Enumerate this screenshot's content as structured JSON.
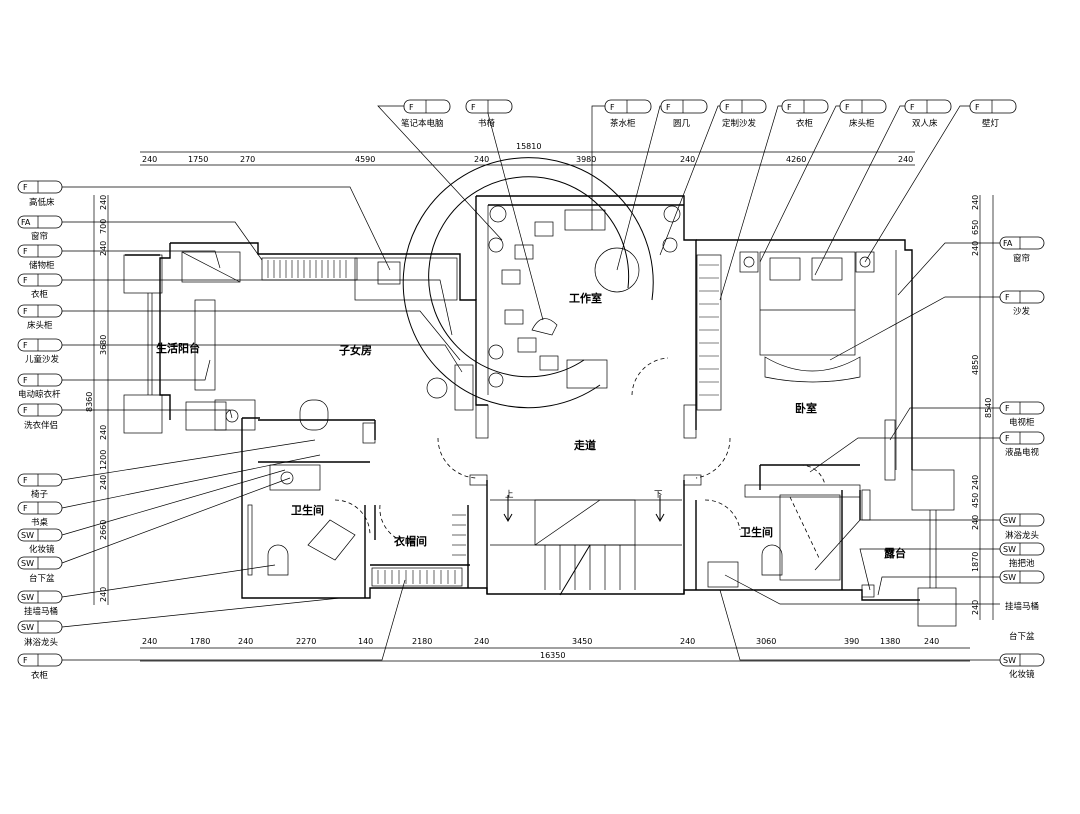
{
  "rooms": [
    {
      "id": "studio",
      "name": "工作室"
    },
    {
      "id": "kids",
      "name": "子女房"
    },
    {
      "id": "balcony",
      "name": "生活阳台"
    },
    {
      "id": "bedroom",
      "name": "卧室"
    },
    {
      "id": "corridor",
      "name": "走道"
    },
    {
      "id": "bath-left",
      "name": "卫生间"
    },
    {
      "id": "bath-right",
      "name": "卫生间"
    },
    {
      "id": "closet",
      "name": "衣帽间"
    },
    {
      "id": "terrace",
      "name": "露台"
    }
  ],
  "stairs": {
    "up": "上",
    "down": "下"
  },
  "tags_top": [
    {
      "code": "F",
      "label": "笔记本电脑"
    },
    {
      "code": "F",
      "label": "书椅"
    },
    {
      "code": "F",
      "label": "茶水柜"
    },
    {
      "code": "F",
      "label": "圆几"
    },
    {
      "code": "F",
      "label": "定制沙发"
    },
    {
      "code": "F",
      "label": "衣柜"
    },
    {
      "code": "F",
      "label": "床头柜"
    },
    {
      "code": "F",
      "label": "双人床"
    },
    {
      "code": "F",
      "label": "壁灯"
    }
  ],
  "tags_left": [
    {
      "code": "F",
      "label": "高低床"
    },
    {
      "code": "FA",
      "label": "窗帘"
    },
    {
      "code": "F",
      "label": "储物柜"
    },
    {
      "code": "F",
      "label": "衣柜"
    },
    {
      "code": "F",
      "label": "床头柜"
    },
    {
      "code": "F",
      "label": "儿童沙发"
    },
    {
      "code": "F",
      "label": "电动晾衣杆"
    },
    {
      "code": "F",
      "label": "洗衣伴侣"
    },
    {
      "code": "F",
      "label": "椅子"
    },
    {
      "code": "F",
      "label": "书桌"
    },
    {
      "code": "SW",
      "label": "化妆镜"
    },
    {
      "code": "SW",
      "label": "台下盆"
    },
    {
      "code": "SW",
      "label": "挂墙马桶"
    },
    {
      "code": "SW",
      "label": "淋浴龙头"
    },
    {
      "code": "F",
      "label": "衣柜"
    }
  ],
  "tags_right": [
    {
      "code": "FA",
      "label": "窗帘"
    },
    {
      "code": "F",
      "label": "沙发"
    },
    {
      "code": "F",
      "label": "电视柜"
    },
    {
      "code": "F",
      "label": "液晶电视"
    },
    {
      "code": "SW",
      "label": "淋浴龙头"
    },
    {
      "code": "SW",
      "label": "拖把池"
    },
    {
      "code": "SW",
      "label": "挂墙马桶"
    },
    {
      "code": "SW",
      "label": "台下盆"
    },
    {
      "code": "SW",
      "label": "化妆镜"
    }
  ],
  "dims": {
    "top_total": "15810",
    "top": [
      "240",
      "1750",
      "270",
      "4590",
      "240",
      "3980",
      "240",
      "4260",
      "240"
    ],
    "bottom_total": "16350",
    "bottom": [
      "240",
      "1780",
      "240",
      "2270",
      "140",
      "2180",
      "240",
      "3450",
      "240",
      "3060",
      "390",
      "1380",
      "240"
    ],
    "left_total": "8360",
    "left": [
      "240",
      "700",
      "240",
      "3680",
      "240",
      "1200",
      "240",
      "2660",
      "240"
    ],
    "right_total": "8540",
    "right": [
      "240",
      "650",
      "240",
      "4850",
      "240",
      "450",
      "240",
      "1870",
      "240"
    ]
  }
}
